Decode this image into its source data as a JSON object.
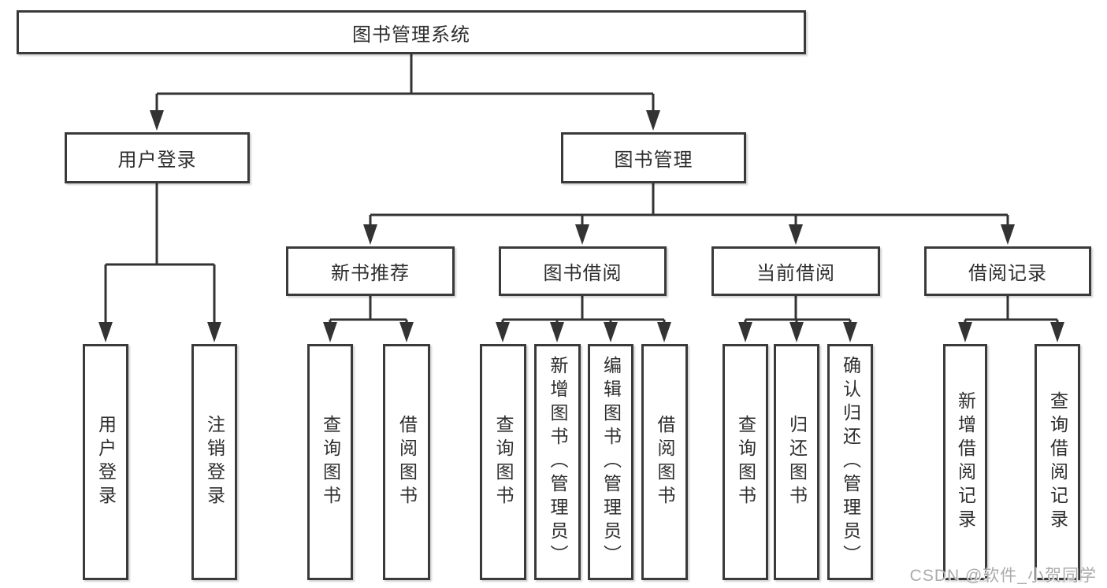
{
  "diagram_type": "hierarchy-tree",
  "colors": {
    "background": "#ffffff",
    "line": "#333333",
    "box_border": "#3a3a3a",
    "text": "#2e2e2e",
    "watermark": "#ababab"
  },
  "tree": {
    "label": "图书管理系统",
    "children": [
      {
        "label": "用户登录",
        "children": [
          {
            "label": "用户登录"
          },
          {
            "label": "注销登录"
          }
        ]
      },
      {
        "label": "图书管理",
        "children": [
          {
            "label": "新书推荐",
            "children": [
              {
                "label": "查询图书"
              },
              {
                "label": "借阅图书"
              }
            ]
          },
          {
            "label": "图书借阅",
            "children": [
              {
                "label": "查询图书"
              },
              {
                "label": "新增图书（管理员）"
              },
              {
                "label": "编辑图书（管理员）"
              },
              {
                "label": "借阅图书"
              }
            ]
          },
          {
            "label": "当前借阅",
            "children": [
              {
                "label": "查询图书"
              },
              {
                "label": "归还图书"
              },
              {
                "label": "确认归还（管理员）"
              }
            ]
          },
          {
            "label": "借阅记录",
            "children": [
              {
                "label": "新增借阅记录"
              },
              {
                "label": "查询借阅记录"
              }
            ]
          }
        ]
      }
    ]
  },
  "watermark": "CSDN @软件_小贺同学"
}
